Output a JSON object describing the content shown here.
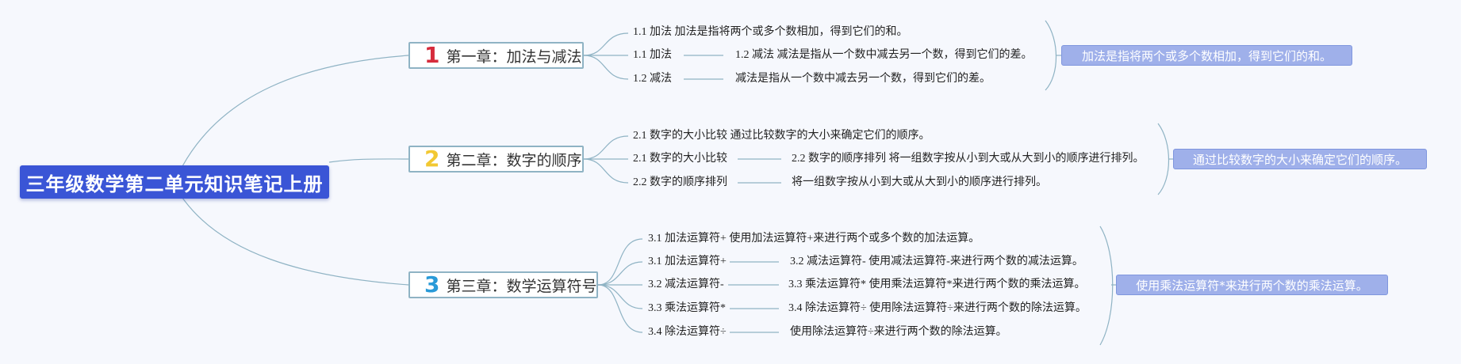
{
  "root": {
    "title": "三年级数学第二单元知识笔记上册"
  },
  "colors": {
    "root_bg": "#3a55d6",
    "num1": "#d62b3c",
    "num2": "#f2c832",
    "num3": "#2a9ad8",
    "line": "#8fb3c4",
    "summary_bg": "#9fb0ea"
  },
  "chapters": [
    {
      "number": "1",
      "title": "第一章：加法与减法",
      "rows": [
        {
          "text": "1.1 加法 加法是指将两个或多个数相加，得到它们的和。"
        },
        {
          "label": "1.1 加法",
          "detail": "1.2 减法 减法是指从一个数中减去另一个数，得到它们的差。"
        },
        {
          "label": "1.2 减法",
          "detail": "减法是指从一个数中减去另一个数，得到它们的差。"
        }
      ],
      "summary": "加法是指将两个或多个数相加，得到它们的和。"
    },
    {
      "number": "2",
      "title": "第二章：数字的顺序",
      "rows": [
        {
          "text": "2.1 数字的大小比较 通过比较数字的大小来确定它们的顺序。"
        },
        {
          "label": "2.1 数字的大小比较",
          "detail": "2.2 数字的顺序排列 将一组数字按从小到大或从大到小的顺序进行排列。"
        },
        {
          "label": "2.2 数字的顺序排列",
          "detail": "将一组数字按从小到大或从大到小的顺序进行排列。"
        }
      ],
      "summary": "通过比较数字的大小来确定它们的顺序。"
    },
    {
      "number": "3",
      "title": "第三章：数学运算符号",
      "rows": [
        {
          "text": "3.1 加法运算符+ 使用加法运算符+来进行两个或多个数的加法运算。"
        },
        {
          "label": "3.1 加法运算符+",
          "detail": "3.2 减法运算符- 使用减法运算符-来进行两个数的减法运算。"
        },
        {
          "label": "3.2 减法运算符-",
          "detail": "3.3 乘法运算符* 使用乘法运算符*来进行两个数的乘法运算。"
        },
        {
          "label": "3.3 乘法运算符*",
          "detail": "3.4 除法运算符÷ 使用除法运算符÷来进行两个数的除法运算。"
        },
        {
          "label": "3.4 除法运算符÷",
          "detail": "使用除法运算符÷来进行两个数的除法运算。"
        }
      ],
      "summary": "使用乘法运算符*来进行两个数的乘法运算。"
    }
  ]
}
